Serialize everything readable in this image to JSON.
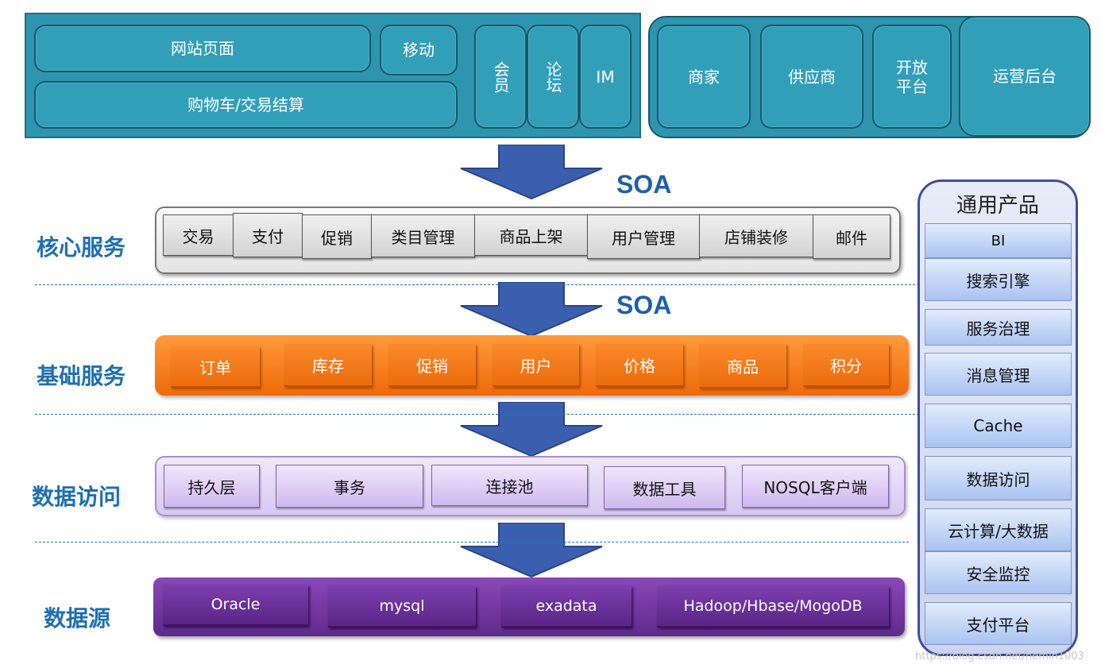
{
  "top": {
    "website": "网站页面",
    "mobile": "移动",
    "cart": "购物车/交易结算",
    "member": "会员",
    "forum": "论坛",
    "im": "IM",
    "merchant": "商家",
    "supplier": "供应商",
    "open_platform": "开放平台",
    "ops_backend": "运营后台"
  },
  "soa_label_1": "SOA",
  "soa_label_2": "SOA",
  "core": {
    "title": "核心服务",
    "items": [
      "交易",
      "支付",
      "促销",
      "类目管理",
      "商品上架",
      "用户管理",
      "店铺装修",
      "邮件"
    ]
  },
  "base": {
    "title": "基础服务",
    "items": [
      "订单",
      "库存",
      "促销",
      "用户",
      "价格",
      "商品",
      "积分"
    ]
  },
  "access": {
    "title": "数据访问",
    "items": [
      "持久层",
      "事务",
      "连接池",
      "数据工具",
      "NOSQL客户端"
    ]
  },
  "source": {
    "title": "数据源",
    "items": [
      "Oracle",
      "mysql",
      "exadata",
      "Hadoop/Hbase/MogoDB"
    ]
  },
  "products": {
    "title": "通用产品",
    "items": [
      "BI",
      "搜索引擎",
      "服务治理",
      "消息管理",
      "Cache",
      "数据访问",
      "云计算/大数据",
      "安全监控",
      "支付平台"
    ]
  },
  "watermark": "https://blog.csdn.net/hemin1003",
  "colors": {
    "teal": "#2e95ae",
    "arrow": "#3a5fae",
    "orange": "#ef6a0a",
    "lavender": "#d8c8f2",
    "purple": "#5f2a8c",
    "title_blue": "#1e6fb0"
  }
}
